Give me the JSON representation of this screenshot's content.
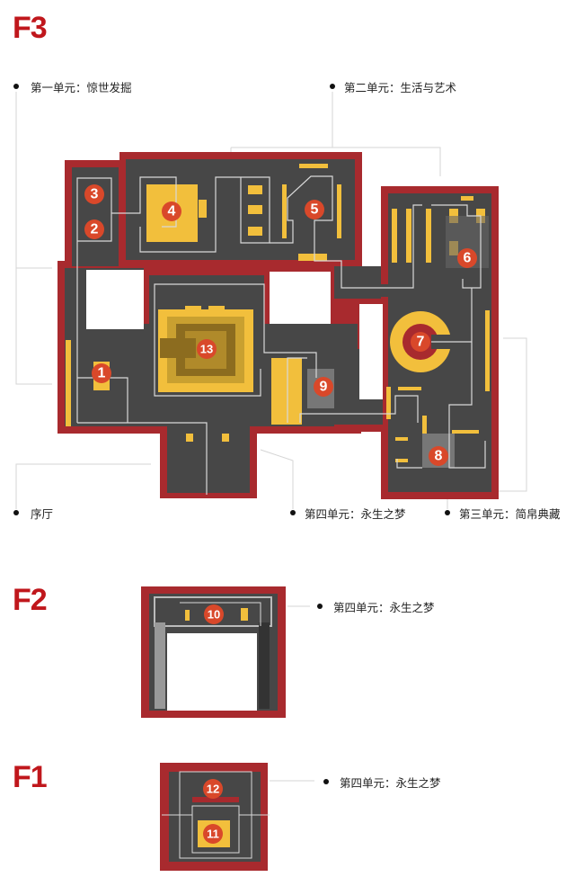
{
  "floors": {
    "f3": "F3",
    "f2": "F2",
    "f1": "F1"
  },
  "labels": {
    "unit1": "第一单元：惊世发掘",
    "unit2": "第二单元：生活与艺术",
    "prelude": "序厅",
    "unit4": "第四单元：永生之梦",
    "unit3": "第三单元：简帛典藏",
    "f2_unit4": "第四单元：永生之梦",
    "f1_unit4": "第四单元：永生之梦"
  },
  "markers": [
    "1",
    "2",
    "3",
    "4",
    "5",
    "6",
    "7",
    "8",
    "9",
    "10",
    "11",
    "12",
    "13"
  ],
  "colors": {
    "wall": "#a82a2e",
    "floor": "#474747",
    "exhibit": "#f2bf3c",
    "marker": "#d9482a",
    "route": "#d8d8d8",
    "title": "#c0171c"
  }
}
